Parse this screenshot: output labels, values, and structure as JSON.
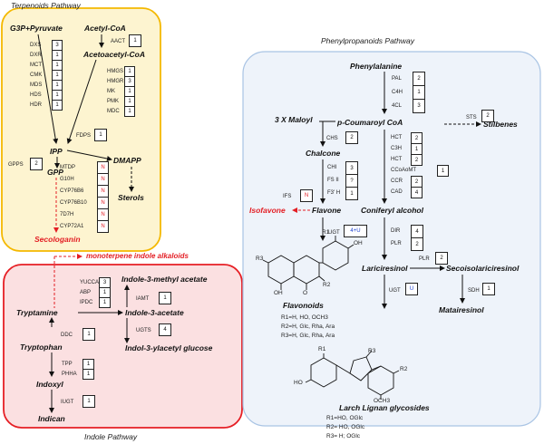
{
  "titles": {
    "terpenoids": "Terpenoids Pathway",
    "phenylpropanoids": "Phenylpropanoids Pathway",
    "indole": "Indole Pathway"
  },
  "metabolites": {
    "g3p_pyruvate": "G3P+Pyruvate",
    "acetyl_coa": "Acetyl-CoA",
    "acetoacetyl_coa": "Acetoacetyl-CoA",
    "ipp": "IPP",
    "dmapp": "DMAPP",
    "gpp": "GPP",
    "sterols": "Sterols",
    "secologanin": "Secologanin",
    "monoterpene_indole_alkaloids": "monoterpene indole alkaloids",
    "phenylalanine": "Phenylalanine",
    "three_x_maloyl": "3 X Maloyl",
    "p_coumaroyl_coa": "p-Coumaroyl CoA",
    "stilbenes": "Stilbenes",
    "chalcone": "Chalcone",
    "flavone": "Flavone",
    "isofavone": "Isofavone",
    "flavonoids": "Flavonoids",
    "coniferyl_alcohol": "Coniferyl alcohol",
    "lariciresinol": "Lariciresinol",
    "secoisolariciresinol": "Secoisolariciresinol",
    "matairesinol": "Matairesinol",
    "larch_lignan_glycosides": "Larch Lignan glycosides",
    "tryptamine": "Tryptamine",
    "tryptophan": "Tryptophan",
    "indoxyl": "Indoxyl",
    "indican": "Indican",
    "indole_3_methyl_acetate": "Indole-3-methyl acetate",
    "indole_3_acetate": "Indole-3-acetate",
    "indol_3_ylacetyl_glucose": "Indol-3-ylacetyl glucose"
  },
  "enzymes": {
    "aact": {
      "name": "AACT",
      "count": "1"
    },
    "mep_names": [
      "DXS",
      "DXR",
      "MCT",
      "CMK",
      "MDS",
      "HDS",
      "HDR"
    ],
    "mep_counts": [
      "3",
      "1",
      "1",
      "1",
      "1",
      "1",
      "1"
    ],
    "mva_names": [
      "HMGS",
      "HMGR",
      "MK",
      "PMK",
      "MDC"
    ],
    "mva_counts": [
      "1",
      "3",
      "1",
      "1",
      "1"
    ],
    "gpps": {
      "name": "GPPS",
      "count": "2"
    },
    "fdps": {
      "name": "FDPS",
      "count": "1"
    },
    "seco_names": [
      "MTDP",
      "G10H",
      "CYP76B6",
      "CYP76B10",
      "7D7H",
      "CYP72A1"
    ],
    "seco_counts": [
      "N",
      "N",
      "N",
      "N",
      "N",
      "N"
    ],
    "pal_names": [
      "PAL",
      "C4H",
      "4CL"
    ],
    "pal_counts": [
      "2",
      "1",
      "3"
    ],
    "sts": {
      "name": "STS",
      "count": "2"
    },
    "chs": {
      "name": "CHS",
      "count": "2"
    },
    "chi_names": [
      "CHI",
      "FS II",
      "F3' H"
    ],
    "chi_counts": [
      "3",
      "?",
      "1"
    ],
    "ifs": {
      "name": "IFS",
      "count": "N"
    },
    "ugt_flav": {
      "name": "UGT",
      "count": "4+U"
    },
    "hct_names": [
      "HCT",
      "C3H",
      "HCT",
      "CCoAoMT",
      "CCR",
      "CAD"
    ],
    "hct_counts": [
      "2",
      "1",
      "2",
      "1",
      "2",
      "4"
    ],
    "dir_names": [
      "DIR",
      "PLR"
    ],
    "dir_counts": [
      "4",
      "2"
    ],
    "plr2": {
      "name": "PLR",
      "count": "2"
    },
    "ugt_lar": {
      "name": "UGT",
      "count": "U"
    },
    "sdh": {
      "name": "SDH",
      "count": "1"
    },
    "trp_names": [
      "YUCCA",
      "ABP",
      "IPDC"
    ],
    "trp_counts": [
      "3",
      "1",
      "1"
    ],
    "iamt": {
      "name": "IAMT",
      "count": "1"
    },
    "ugts": {
      "name": "UGTS",
      "count": "4"
    },
    "ddc": {
      "name": "DDC",
      "count": "1"
    },
    "tpp_names": [
      "TPP",
      "PHHA"
    ],
    "tpp_counts": [
      "1",
      "1"
    ],
    "iugt": {
      "name": "IUGT",
      "count": "1"
    }
  },
  "flavonoid_notes": [
    "R1=H, HO, OCH3",
    "R2=H, Glc, Rha, Ara",
    "R3=H, Glc, Rha, Ara"
  ],
  "lignan_notes": [
    "R1=HO, OGlc",
    "R2= HO, OGlc",
    "R3= H; OGlc"
  ],
  "structure_labels": {
    "r1": "R1",
    "r2": "R2",
    "r3": "R3",
    "ho": "HO",
    "oh": "OH",
    "o": "O",
    "och3": "OCH3"
  },
  "colors": {
    "terpenoid_fill": "#fdf4d0",
    "terpenoid_border": "#f4b800",
    "phenyl_fill": "#eef3fa",
    "phenyl_border": "#a9c4e4",
    "indole_fill": "#fbe0e1",
    "indole_border": "#e61e24",
    "highlight_red": "#e31e24",
    "highlight_blue": "#1a3fd0"
  }
}
